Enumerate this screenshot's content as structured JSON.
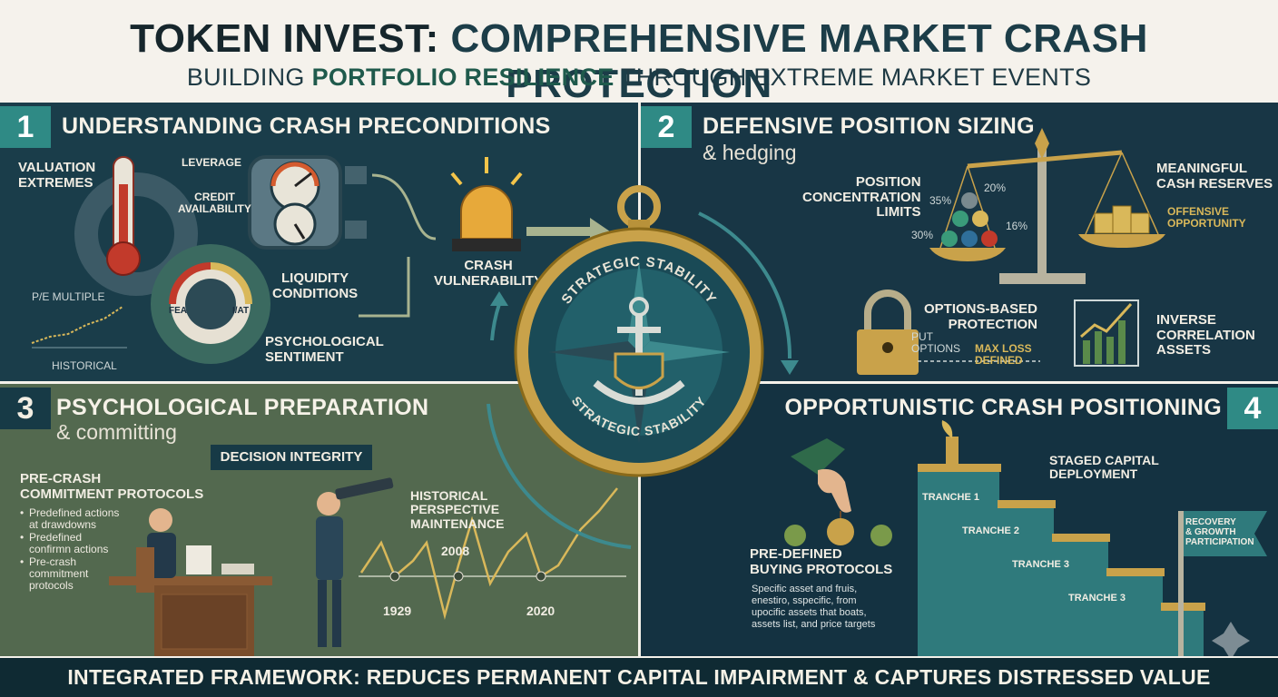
{
  "header": {
    "title_prefix": "TOKEN INVEST:",
    "title_main": "COMPREHENSIVE MARKET CRASH PROTECTION",
    "subtitle_pre": "BUILDING",
    "subtitle_bold": "PORTFOLIO RESILIENCE",
    "subtitle_post": "THROUGH EXTREME MARKET EVENTS"
  },
  "panel1": {
    "number": "1",
    "title": "UNDERSTANDING CRASH PRECONDITIONS",
    "valuation": "VALUATION\nEXTREMES",
    "leverage": "LEVERAGE",
    "credit": "CREDIT\nAVAILABILITY",
    "pe_multiple": "P/E MULTIPLE",
    "historical": "HISTORICAL",
    "liquidity": "LIQUIDITY\nCONDITIONS",
    "psychological": "PSYCHOLOGICAL\nSENTIMENT",
    "crash_vulnerability": "CRASH\nVULNERABILITY",
    "fear": "FEA",
    "greed": "I/AT"
  },
  "panel2": {
    "number": "2",
    "title": "DEFENSIVE POSITION SIZING",
    "subtitle": "& hedging",
    "position_limits": "POSITION\nCONCENTRATION\nLIMITS",
    "cash_reserves": "MEANINGFUL\nCASH RESERVES",
    "offensive": "OFFENSIVE\nOPPORTUNITY",
    "pct": [
      "35%",
      "20%",
      "30%",
      "16%"
    ],
    "options_protection": "OPTIONS-BASED\nPROTECTION",
    "put_options": "PUT\nOPTIONS",
    "max_loss": "MAX LOSS\nDEFINED",
    "inverse": "INVERSE\nCORRELATION\nASSETS"
  },
  "panel3": {
    "number": "3",
    "title": "PSYCHOLOGICAL PREPARATION",
    "subtitle": "& committing",
    "decision_integrity": "DECISION INTEGRITY",
    "commitment_title": "PRE-CRASH\nCOMMITMENT PROTOCOLS",
    "bullets": [
      "Predefined actions\nat drawdowns",
      "Predefined\nconfirmn actions",
      "Pre-crash\ncommitment\nprotocols"
    ],
    "historical_perspective": "HISTORICAL\nPERSPECTIVE\nMAINTENANCE",
    "years": [
      "1929",
      "2008",
      "2020"
    ]
  },
  "panel4": {
    "number": "4",
    "title": "OPPORTUNISTIC CRASH POSITIONING",
    "staged": "STAGED CAPITAL\nDEPLOYMENT",
    "tranches": [
      "TRANCHE 1",
      "TRANCHE 2",
      "TRANCHE 3",
      "TRANCHE 3"
    ],
    "recovery": "RECOVERY\n& GROWTH\nPARTICIPATION",
    "buying_title": "PRE-DEFINED\nBUYING PROTOCOLS",
    "buying_text": "Specific asset and fruis,\nenestiro, sspecific, from\nupocific assets that boats,\nassets list, and price targets"
  },
  "compass": {
    "top": "STRATEGIC STABILITY",
    "bottom": "STRATEGIC STABILITY"
  },
  "banner": {
    "text": "INTEGRATED FRAMEWORK: REDUCES PERMANENT CAPITAL IMPAIRMENT & CAPTURES DISTRESSED VALUE"
  },
  "colors": {
    "panel1": "#1a3d4a",
    "panel2": "#183645",
    "panel3": "#53694f",
    "panel4": "#143241",
    "gold": "#c9a24a",
    "teal": "#2f8a85"
  }
}
